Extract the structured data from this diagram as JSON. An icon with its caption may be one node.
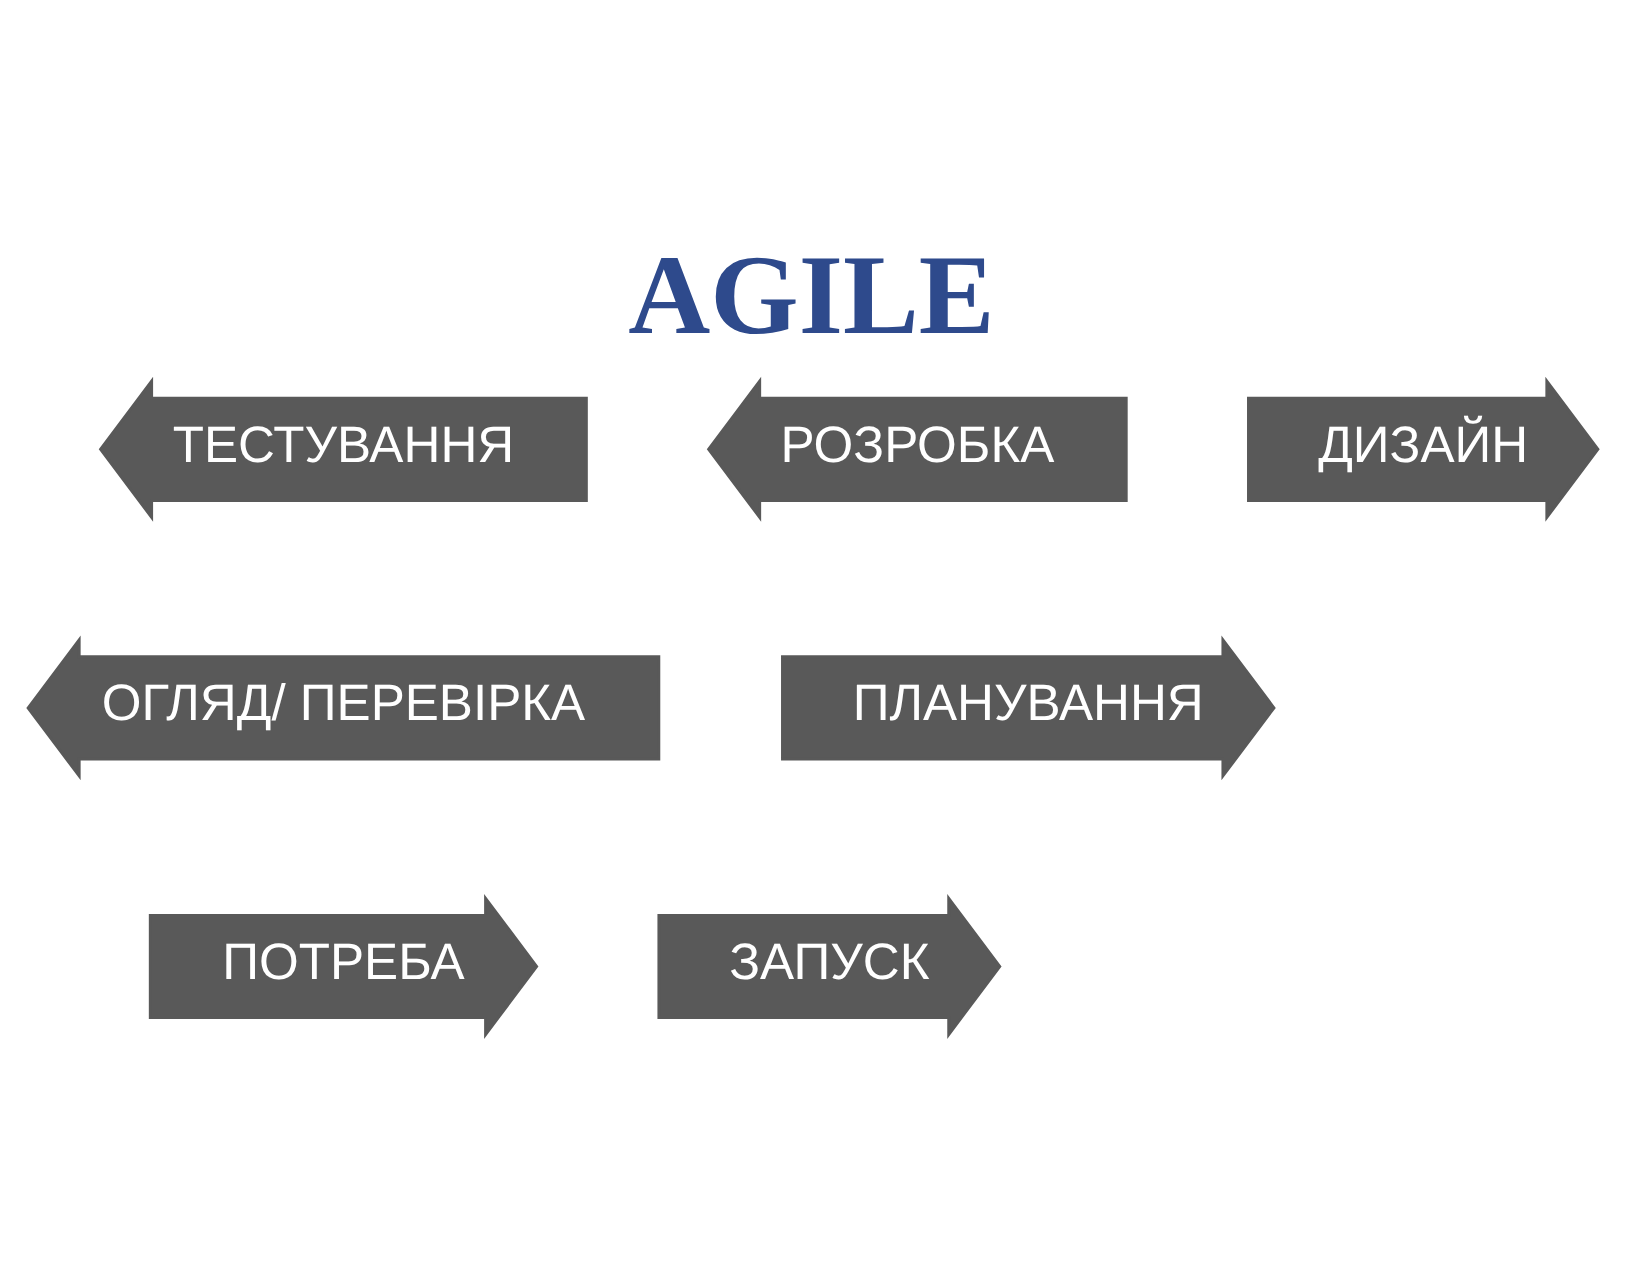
{
  "diagram": {
    "title": "AGILE",
    "nodes": [
      {
        "text": [
          "РОЗРОБКА"
        ]
      },
      {
        "text": [
          "ТЕСТУВАННЯ"
        ]
      },
      {
        "text": [
          "ДИЗАЙН"
        ]
      },
      {
        "text": [
          "ОГЛЯД/ ПЕРЕВІРКА"
        ]
      },
      {
        "text": [
          "ПЛАНУВАННЯ"
        ]
      },
      {
        "text": [
          "ПОТРЕБА"
        ]
      },
      {
        "text": [
          "ЗАПУСК"
        ]
      }
    ],
    "edges": []
  }
}
